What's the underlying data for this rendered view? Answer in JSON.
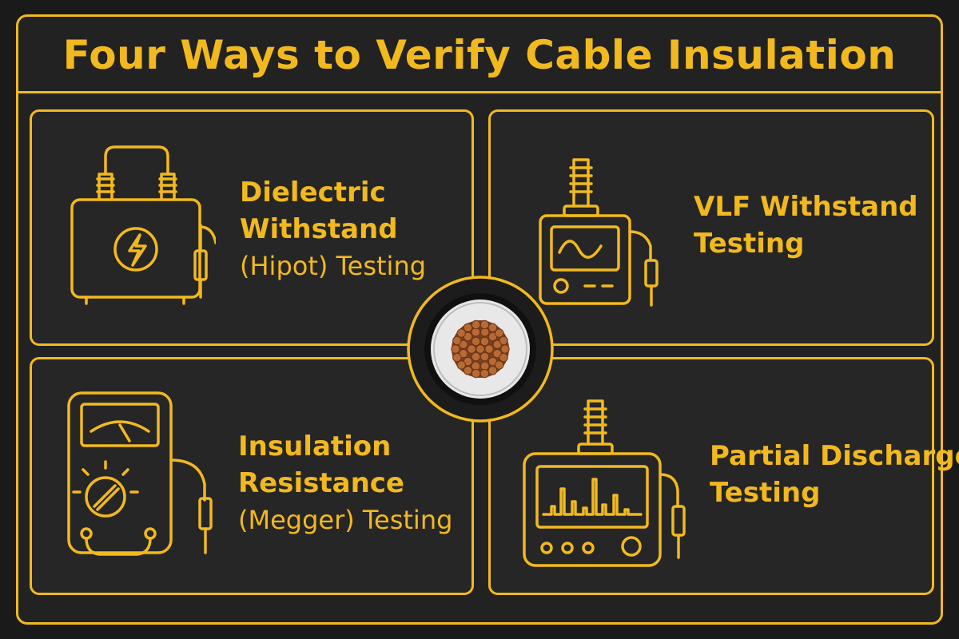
{
  "title": "Four Ways to Verify Cable Insulation",
  "colors": {
    "accent": "#f2b91f",
    "background": "#1a1a1a",
    "panel": "#262626",
    "copper": "#b86a35",
    "insulation": "#e8e8e8"
  },
  "panels": [
    {
      "lines": [
        "Dielectric",
        "Withstand",
        "(Hipot) Testing"
      ],
      "icon": "hipot-tester-icon"
    },
    {
      "lines": [
        "VLF Withstand",
        "Testing"
      ],
      "icon": "vlf-tester-icon"
    },
    {
      "lines": [
        "Insulation",
        "Resistance",
        "(Megger) Testing"
      ],
      "icon": "megger-icon"
    },
    {
      "lines": [
        "Partial Discharge",
        "Testing"
      ],
      "icon": "pd-tester-icon"
    }
  ],
  "center": {
    "icon": "cable-cross-section-icon"
  }
}
